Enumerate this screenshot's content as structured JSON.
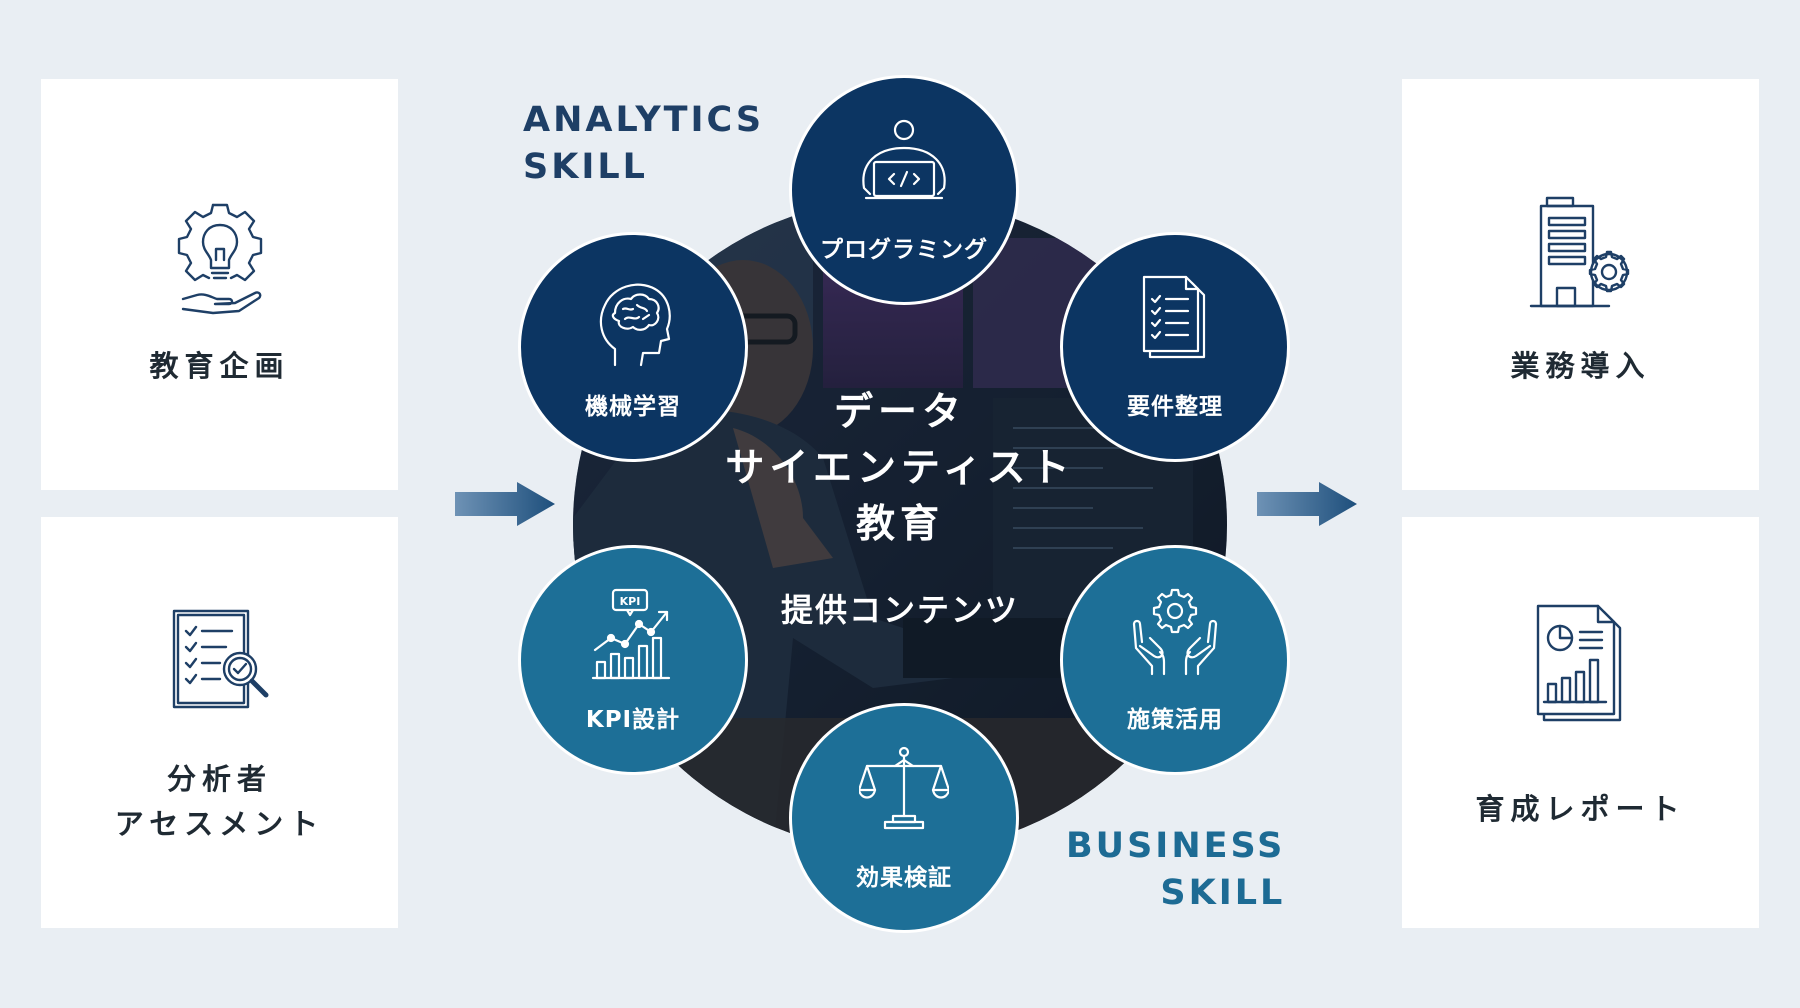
{
  "left_cards": [
    {
      "label": "教育企画",
      "icon": "lightbulb-gear-hand-icon"
    },
    {
      "label": "分析者\nアセスメント",
      "icon": "checklist-magnifier-icon"
    }
  ],
  "right_cards": [
    {
      "label": "業務導入",
      "icon": "building-gear-icon"
    },
    {
      "label": "育成レポート",
      "icon": "report-chart-icon"
    }
  ],
  "skills": {
    "analytics": "ANALYTICS\nSKILL",
    "business": "BUSINESS\nSKILL"
  },
  "center": {
    "title": "データ\nサイエンティスト\n教育",
    "subtitle": "提供コンテンツ"
  },
  "nodes": {
    "programming": "プログラミング",
    "requirements": "要件整理",
    "ml": "機械学習",
    "kpi": "KPI設計",
    "measures": "施策活用",
    "effect": "効果検証"
  },
  "kpi_badge": "KPI",
  "colors": {
    "analytics_node": "#0c3562",
    "business_node": "#1d6f97",
    "background": "#e9eef3"
  }
}
